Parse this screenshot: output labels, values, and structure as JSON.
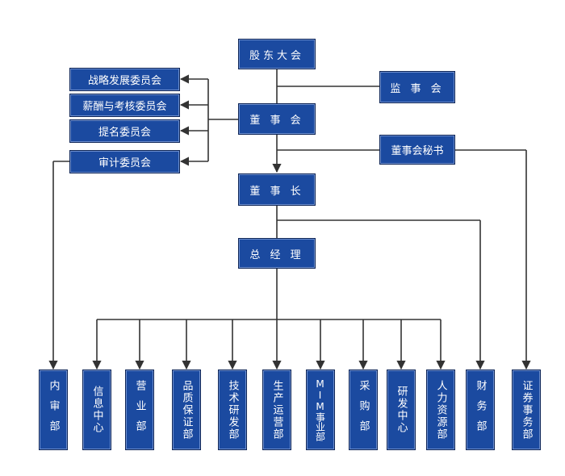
{
  "top": {
    "shareholders": "股东大会",
    "supervisory": "监 事 会",
    "board": "董 事 会",
    "secretary": "董事会秘书",
    "chairman": "董 事 长",
    "gm": "总 经 理"
  },
  "committees": [
    "战略发展委员会",
    "薪酬与考核委员会",
    "提名委员会",
    "审计委员会"
  ],
  "departments": [
    "内审部",
    "信息中心",
    "营业部",
    "品质保证部",
    "技术研发部",
    "生产运营部",
    "MIM事业部",
    "采购部",
    "研发中心",
    "人力资源部",
    "财务部",
    "证券事务部"
  ],
  "colors": {
    "box": "#1b4aa0",
    "line": "#333333",
    "text": "#ffffff"
  }
}
